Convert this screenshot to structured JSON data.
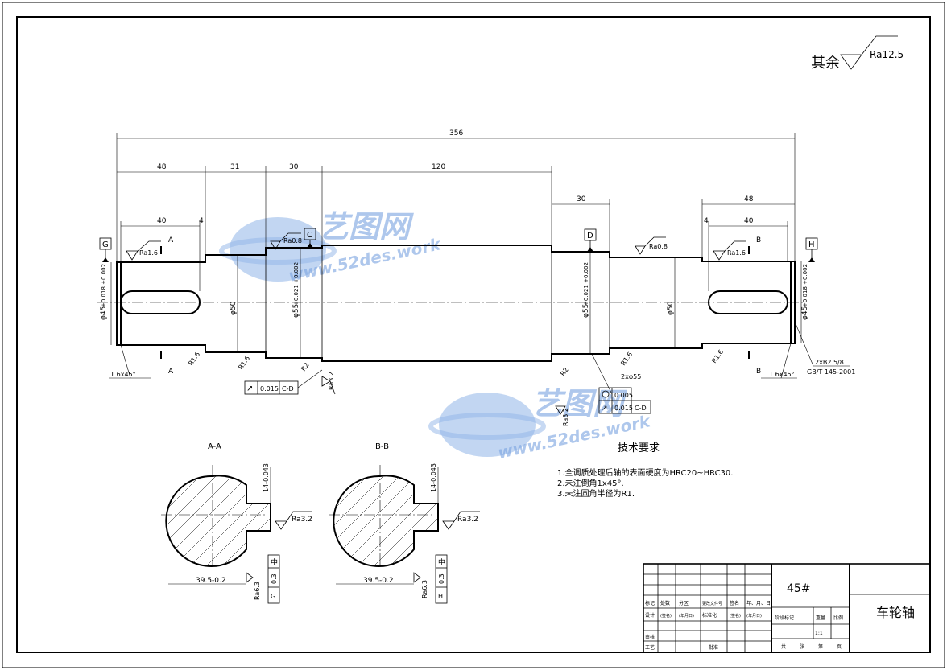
{
  "surface_note": {
    "prefix": "其余",
    "ra": "Ra12.5"
  },
  "dimensions": {
    "overall": "356",
    "seg1": "48",
    "seg2": "31",
    "seg3": "30",
    "seg4": "120",
    "seg5": "30",
    "seg6": "48",
    "key_left": "40",
    "key_left_offset": "4",
    "key_right": "40",
    "key_right_offset": "4",
    "dia_left": "φ45",
    "dia_left_tol": "+0.018 +0.002",
    "dia_50_left": "φ50",
    "dia_55_left": "φ55",
    "dia_55_tol": "+0.021 +0.002",
    "dia_55_right": "φ55",
    "dia_50_right": "φ50",
    "dia_right": "φ45"
  },
  "datums": {
    "g": "G",
    "c": "C",
    "d": "D",
    "h": "H"
  },
  "section_marks": {
    "a": "A",
    "b": "B"
  },
  "roughness": {
    "ra16_left": "Ra1.6",
    "ra08_c": "Ra0.8",
    "ra08_d": "Ra0.8",
    "ra16_right": "Ra1.6",
    "ra32_vertical": "Ra3.2",
    "ra32_low": "Ra3.2",
    "ra32_aa": "Ra3.2",
    "ra32_bb": "Ra3.2",
    "ra63_aa": "Ra6.3",
    "ra63_bb": "Ra6.3"
  },
  "fillets": {
    "r16_a": "R1.6",
    "r16_b": "R1.6",
    "r2_a": "R2",
    "r2_b": "R2",
    "r16_c": "R1.6",
    "r16_d": "R1.6"
  },
  "chamfers": {
    "left": "1.6x45°",
    "right": "1.6x45°"
  },
  "center_hole": {
    "line1": "2xB2.5/8",
    "line2": "GB/T 145-2001"
  },
  "tolerance_left": {
    "symbol": "↗",
    "value": "0.015",
    "datum": "C-D"
  },
  "tolerance_right": {
    "label": "2xφ55",
    "row1_value": "0.005",
    "row2_value": "0.015",
    "row2_datum": "C-D"
  },
  "section_aa": {
    "title": "A-A",
    "depth": "14-0.043",
    "width": "39.5-0.2",
    "sym_label": "中",
    "sym_value": "0.3",
    "sym_datum": "G"
  },
  "section_bb": {
    "title": "B-B",
    "depth": "14-0.043",
    "width": "39.5-0.2",
    "sym_label": "中",
    "sym_value": "0.3",
    "sym_datum": "H"
  },
  "tech_req": {
    "title": "技术要求",
    "items": [
      "1.全调质处理后轴的表面硬度为HRC20~HRC30.",
      "2.未注倒角1x45°.",
      "3.未注圆角半径为R1."
    ]
  },
  "title_block": {
    "material": "45#",
    "part_name": "车轮轴",
    "scale": "1:1",
    "row_labels": [
      "标记",
      "处数",
      "分区",
      "更改文件号",
      "签名",
      "年、月、日"
    ],
    "design_row": [
      "设计",
      "(签名)",
      "(年月日)",
      "标准化",
      "(签名)",
      "(年月日)"
    ],
    "stage_labels": [
      "阶段标记",
      "重量",
      "比例"
    ],
    "check": "审核",
    "process": "工艺",
    "approve": "批准",
    "sheets": [
      "共",
      "张",
      "第",
      "页"
    ]
  },
  "watermarks": [
    {
      "cn": "艺图网",
      "url": "www.52des.work"
    },
    {
      "cn": "艺图网",
      "url": "www.52des.work"
    }
  ]
}
